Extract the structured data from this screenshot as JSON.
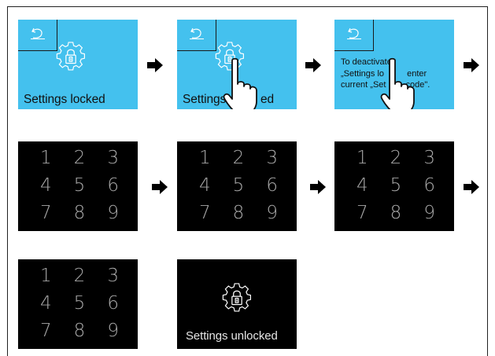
{
  "steps": {
    "s1": {
      "label": "Settings locked"
    },
    "s2": {
      "label_left": "Settings ",
      "label_right": "ed"
    },
    "s3": {
      "line1": "To deactivate",
      "line2": "„Settings lo",
      "line2b": " enter",
      "line3": "current „Set",
      "line3b": " code\"."
    },
    "keypad": {
      "keys": [
        "1",
        "2",
        "3",
        "4",
        "5",
        "6",
        "7",
        "8",
        "9"
      ]
    },
    "final": {
      "label": "Settings unlocked"
    }
  },
  "colors": {
    "screen_blue": "#44c1ee",
    "screen_black": "#000000",
    "arrow": "#000000"
  },
  "icons": [
    "back-arrow-icon",
    "gear-lock-icon",
    "finger-pointer-icon",
    "arrow-right-icon"
  ]
}
